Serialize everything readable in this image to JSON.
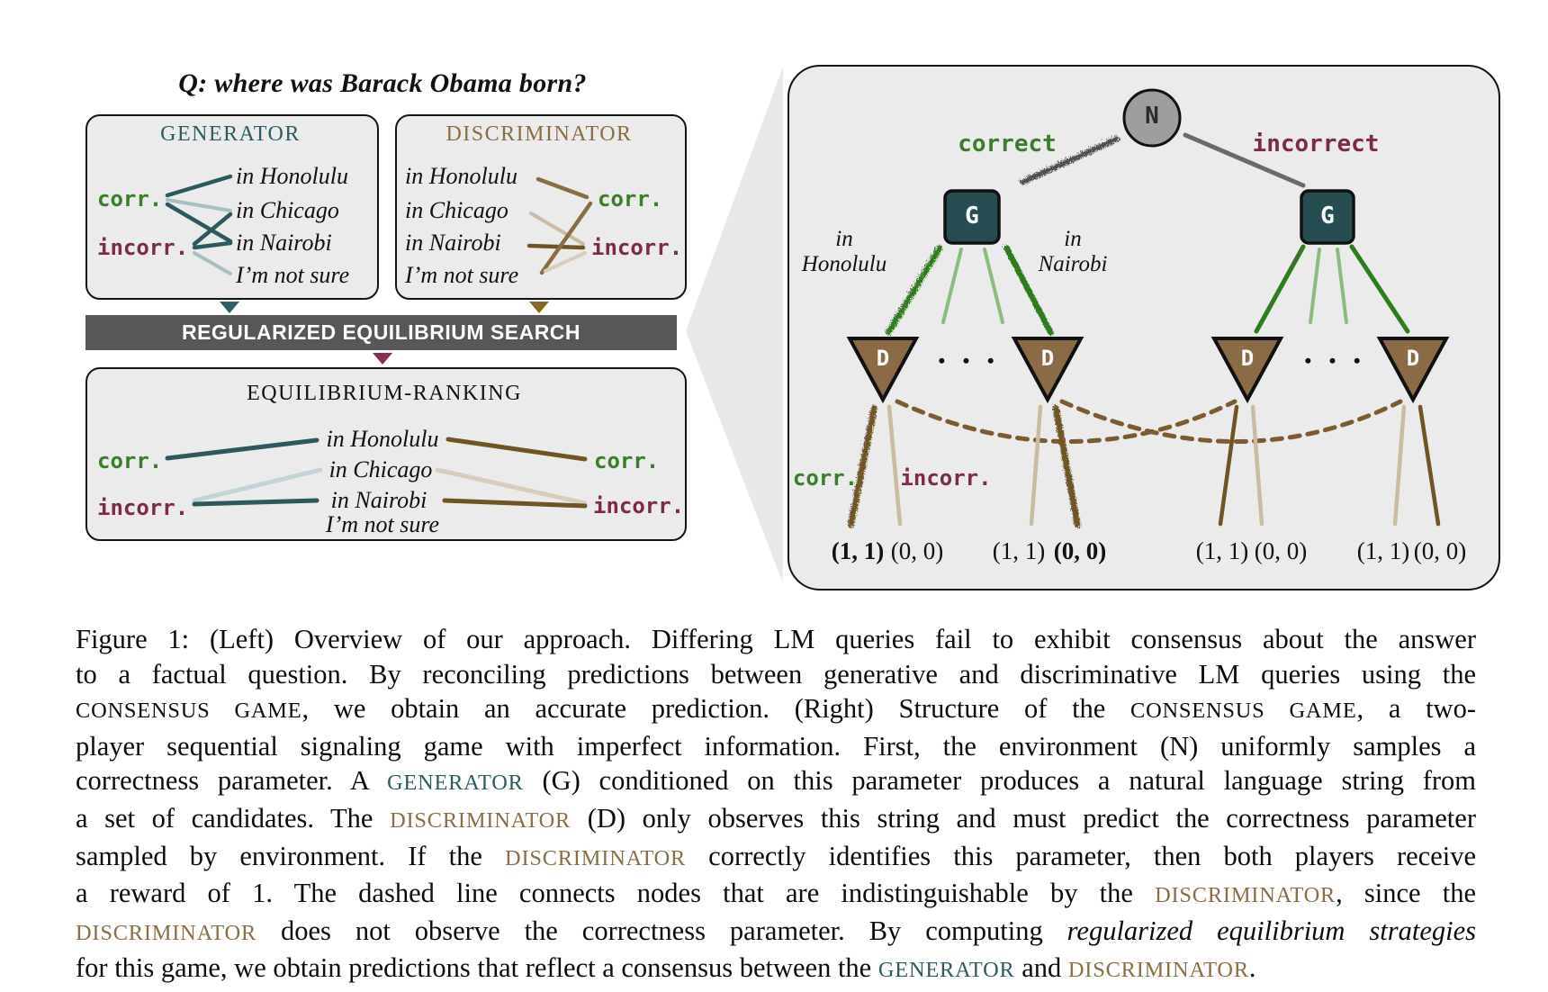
{
  "colors": {
    "panel_bg": "#ebebeb",
    "funnel": "#e8e8e8",
    "bar_bg": "#575757",
    "teal": "#2e5b63",
    "brown": "#8a6d45",
    "green": "#3a7d2b",
    "maroon": "#7d2a4a",
    "dark_teal_line": "#2d595d",
    "light_teal_line": "#a8c0c2",
    "pale_teal_line": "#c3d4d6",
    "dark_brown_line": "#6f5426",
    "light_tan_line": "#c9bca2",
    "pale_tan_line": "#d8cdbb",
    "dashed_brown": "#7b5b2f",
    "dark_green_line": "#2e7c1d",
    "light_green_line": "#8abc7e",
    "gray_edge": "#6a6a6a",
    "gray_scribble": "#4f4f4f",
    "n_fill": "#9e9e9e",
    "g_fill": "#254d52",
    "d_fill": "#8a6b46",
    "arrow_teal": "#2d5f63",
    "arrow_brown": "#8a671f",
    "arrow_maroon": "#8a2d52"
  },
  "question": "Q: where was Barack Obama born?",
  "generator_box": {
    "title": "GENERATOR",
    "corr": "corr.",
    "incorr": "incorr.",
    "options": [
      "in Honolulu",
      "in Chicago",
      "in Nairobi",
      "I’m not sure"
    ]
  },
  "discriminator_box": {
    "title": "DISCRIMINATOR",
    "corr": "corr.",
    "incorr": "incorr.",
    "options": [
      "in Honolulu",
      "in Chicago",
      "in Nairobi",
      "I’m not sure"
    ]
  },
  "search_bar": {
    "label": "REGULARIZED EQUILIBRIUM SEARCH"
  },
  "equilibrium_box": {
    "title": "EQUILIBRIUM-RANKING",
    "corr_left": "corr.",
    "incorr_left": "incorr.",
    "corr_right": "corr.",
    "incorr_right": "incorr.",
    "options": [
      "in Honolulu",
      "in Chicago",
      "in Nairobi",
      "I’m not sure"
    ]
  },
  "game_tree": {
    "nature_letter": "N",
    "generator_letter": "G",
    "discriminator_letter": "D",
    "correct_label": "correct",
    "incorrect_label": "incorrect",
    "in_label_1": "in",
    "honolulu_label": "Honolulu",
    "in_label_2": "in",
    "nairobi_label": "Nairobi",
    "corr_label": "corr.",
    "incorr_label": "incorr.",
    "ellipsis": "• • •",
    "payoffs": [
      {
        "left": "(1, 1)",
        "right": "(0, 0)",
        "left_bold": true,
        "right_bold": false
      },
      {
        "left": "(1, 1)",
        "right": "(0, 0)",
        "left_bold": false,
        "right_bold": true
      },
      {
        "left": "(1, 1)",
        "right": "(0, 0)",
        "left_bold": false,
        "right_bold": false
      },
      {
        "left": "(1, 1)",
        "right": "(0, 0)",
        "left_bold": false,
        "right_bold": false
      }
    ]
  },
  "caption": {
    "lines": [
      {
        "segments": [
          {
            "t": "Figure 1: (Left) Overview of our approach. Differing LM queries fail to exhibit consensus about the answer",
            "s": "n"
          }
        ]
      },
      {
        "segments": [
          {
            "t": "to a factual question. By reconciling predictions between generative and discriminative LM queries using the",
            "s": "n"
          }
        ]
      },
      {
        "segments": [
          {
            "t": "CONSENSUS GAME",
            "s": "sc"
          },
          {
            "t": ", we obtain an accurate prediction.  (Right) Structure of the ",
            "s": "n"
          },
          {
            "t": "CONSENSUS GAME",
            "s": "sc"
          },
          {
            "t": ", a two-",
            "s": "n"
          }
        ]
      },
      {
        "segments": [
          {
            "t": "player sequential signaling game with imperfect information. First, the environment (N) uniformly samples a",
            "s": "n"
          }
        ]
      },
      {
        "segments": [
          {
            "t": "correctness parameter. A ",
            "s": "n"
          },
          {
            "t": "GENERATOR",
            "s": "scg"
          },
          {
            "t": " (G) conditioned on this parameter produces a natural language string from",
            "s": "n"
          }
        ]
      },
      {
        "segments": [
          {
            "t": "a set of candidates. The ",
            "s": "n"
          },
          {
            "t": "DISCRIMINATOR",
            "s": "scd"
          },
          {
            "t": " (D) only observes this string and must predict the correctness parameter",
            "s": "n"
          }
        ]
      },
      {
        "segments": [
          {
            "t": "sampled by environment. If the ",
            "s": "n"
          },
          {
            "t": "DISCRIMINATOR",
            "s": "scd"
          },
          {
            "t": " correctly identifies this parameter, then both players receive",
            "s": "n"
          }
        ]
      },
      {
        "segments": [
          {
            "t": "a reward of 1.  The dashed line connects nodes that are indistinguishable by the ",
            "s": "n"
          },
          {
            "t": "DISCRIMINATOR",
            "s": "scd"
          },
          {
            "t": ", since the",
            "s": "n"
          }
        ]
      },
      {
        "segments": [
          {
            "t": "DISCRIMINATOR",
            "s": "scd"
          },
          {
            "t": " does not observe the correctness parameter. By computing ",
            "s": "n"
          },
          {
            "t": "regularized equilibrium strategies",
            "s": "i"
          }
        ]
      },
      {
        "segments": [
          {
            "t": "for this game, we obtain predictions that reflect a consensus between the ",
            "s": "n"
          },
          {
            "t": "GENERATOR",
            "s": "scg"
          },
          {
            "t": " and ",
            "s": "n"
          },
          {
            "t": "DISCRIMINATOR",
            "s": "scd"
          },
          {
            "t": ".",
            "s": "n"
          }
        ]
      }
    ]
  }
}
